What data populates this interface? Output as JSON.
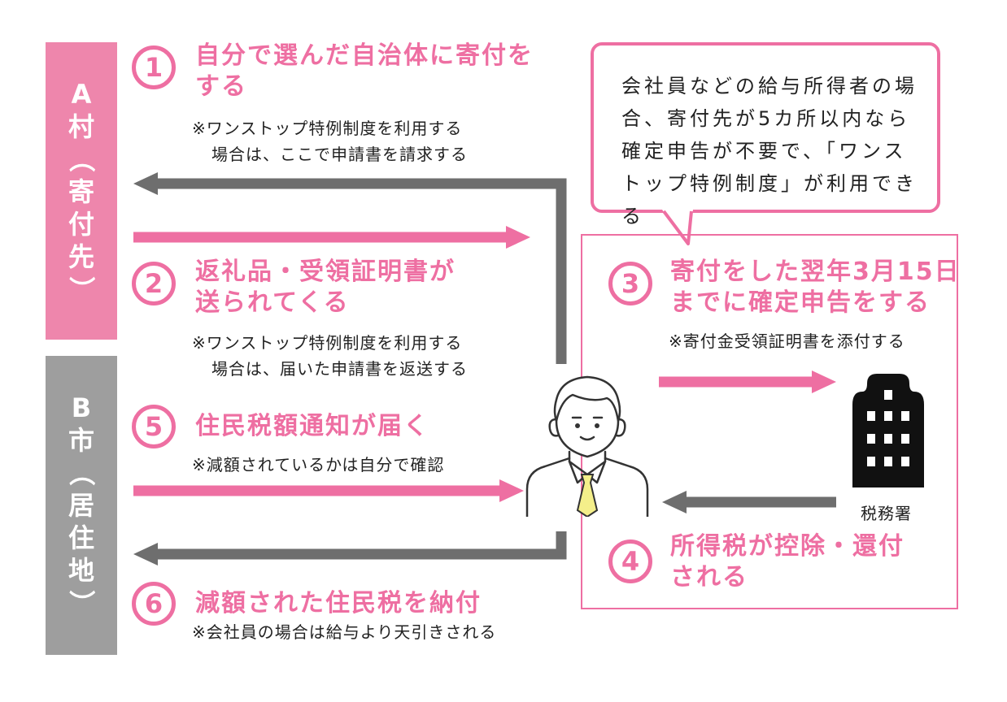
{
  "sidebars": {
    "a": {
      "label_chars": [
        "A",
        "村"
      ],
      "paren_open": "（",
      "inner_chars": [
        "寄",
        "付",
        "先"
      ],
      "paren_close": "）",
      "color": "#ee86ac"
    },
    "b": {
      "label_chars": [
        "B",
        "市"
      ],
      "paren_open": "（",
      "inner_chars": [
        "居",
        "住",
        "地"
      ],
      "paren_close": "）",
      "color": "#9e9e9e"
    }
  },
  "steps": [
    {
      "num": "1",
      "lines": [
        "自分で選んだ自治体に寄付を",
        "する"
      ],
      "notes": [
        "※ワンストップ特例制度を利用する",
        "場合は、ここで申請書を請求する"
      ]
    },
    {
      "num": "2",
      "lines": [
        "返礼品・受領証明書が",
        "送られてくる"
      ],
      "notes": [
        "※ワンストップ特例制度を利用する",
        "場合は、届いた申請書を返送する"
      ]
    },
    {
      "num": "3",
      "lines": [
        "寄付をした翌年3月15日",
        "までに確定申告をする"
      ],
      "notes": [
        "※寄付金受領証明書を添付する"
      ]
    },
    {
      "num": "4",
      "lines": [
        "所得税が控除・還付",
        "される"
      ],
      "notes": []
    },
    {
      "num": "5",
      "lines": [
        "住民税額通知が届く"
      ],
      "notes": [
        "※減額されているかは自分で確認"
      ]
    },
    {
      "num": "6",
      "lines": [
        "減額された住民税を納付"
      ],
      "notes": [
        "※会社員の場合は給与より天引きされる"
      ]
    }
  ],
  "speech_bubble": {
    "lines": [
      "会社員などの給与所得者の場",
      "合、寄付先が5カ所以内なら",
      "確定申告が不要で、「ワンス",
      "トップ特例制度」が利用できる"
    ]
  },
  "tax_office": {
    "label": "税務署",
    "icon": "building-icon"
  },
  "person": {
    "icon": "businessman-icon"
  },
  "colors": {
    "pink": "#ee6fa2",
    "gray": "#6e6e6e",
    "tie": "#f4ef8a"
  }
}
